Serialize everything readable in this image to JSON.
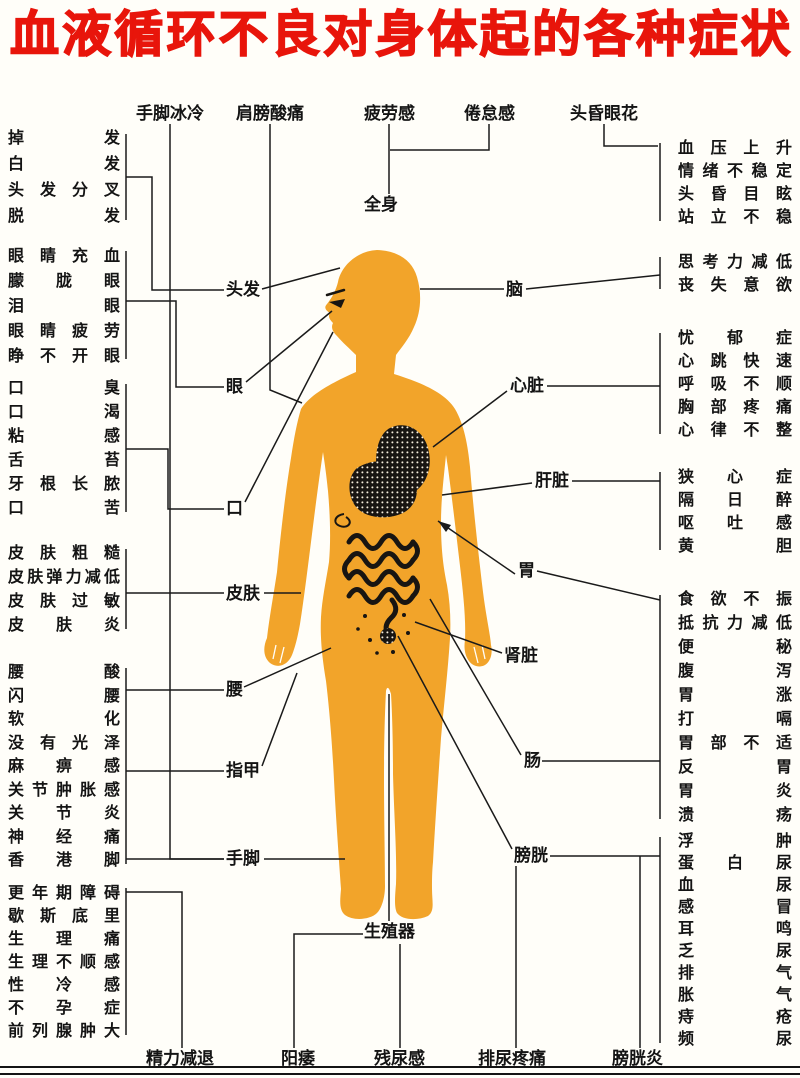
{
  "title": "血液循环不良对身体起的各种症状",
  "colors": {
    "title_red": "#e8150b",
    "body_orange": "#f2a42a",
    "line_black": "#1a1a1a",
    "background": "#fffef9"
  },
  "top_labels": [
    "手脚冰冷",
    "肩膀酸痛",
    "疲劳感",
    "倦怠感",
    "头昏眼花"
  ],
  "center_label": "全身",
  "bottom_center_label": "生殖器",
  "bottom_labels": [
    "精力减退",
    "阳痿",
    "残尿感",
    "排尿疼痛",
    "膀胱炎"
  ],
  "left_part_labels": [
    "头发",
    "眼",
    "口",
    "皮肤",
    "腰",
    "指甲",
    "手脚"
  ],
  "right_part_labels": [
    "脑",
    "心脏",
    "肝脏",
    "胃",
    "肾脏",
    "肠",
    "膀胱"
  ],
  "left_blocks": [
    {
      "id": "hair",
      "items": [
        "掉发",
        "白发",
        "头发分叉",
        "脱发"
      ]
    },
    {
      "id": "eye",
      "items": [
        "眼睛充血",
        "朦胧眼",
        "泪眼",
        "眼睛疲劳",
        "睁不开眼"
      ]
    },
    {
      "id": "mouth",
      "items": [
        "口臭",
        "口渴",
        "粘感",
        "舌苔",
        "牙根长脓",
        "口苦"
      ]
    },
    {
      "id": "skin",
      "items": [
        "皮肤粗糙",
        "皮肤弹力减低",
        "皮肤过敏",
        "皮肤炎"
      ]
    },
    {
      "id": "waist-limbs",
      "items": [
        "腰酸",
        "闪腰",
        "软化",
        "没有光泽",
        "麻痹感",
        "关节肿胀感",
        "关节炎",
        "神经痛",
        "香港脚"
      ]
    },
    {
      "id": "reproductive",
      "items": [
        "更年期障碍",
        "歇斯底里",
        "生理痛",
        "生理不顺感",
        "性冷感",
        "不孕症",
        "前列腺肿大"
      ]
    }
  ],
  "right_blocks": [
    {
      "id": "general",
      "items": [
        "血压上升",
        "情绪不稳定",
        "头昏目眩",
        "站立不稳"
      ]
    },
    {
      "id": "brain",
      "items": [
        "思考力减低",
        "丧失意欲"
      ]
    },
    {
      "id": "heart",
      "items": [
        "忧郁症",
        "心跳快速",
        "呼吸不顺",
        "胸部疼痛",
        "心律不整"
      ]
    },
    {
      "id": "liver",
      "items": [
        "狭心症",
        "隔日醉",
        "呕吐感",
        "黄胆"
      ]
    },
    {
      "id": "stomach-intestine",
      "items": [
        "食欲不振",
        "抵抗力减低",
        "便秘",
        "腹泻",
        "胃涨",
        "打嗝",
        "胃部不适",
        "反胃",
        "胃炎",
        "溃疡"
      ]
    },
    {
      "id": "kidney-bladder",
      "items": [
        "浮肿",
        "蛋白尿",
        "血尿",
        "感冒",
        "耳鸣",
        "乏尿",
        "排气",
        "胀气",
        "痔疮",
        "频尿"
      ]
    }
  ]
}
